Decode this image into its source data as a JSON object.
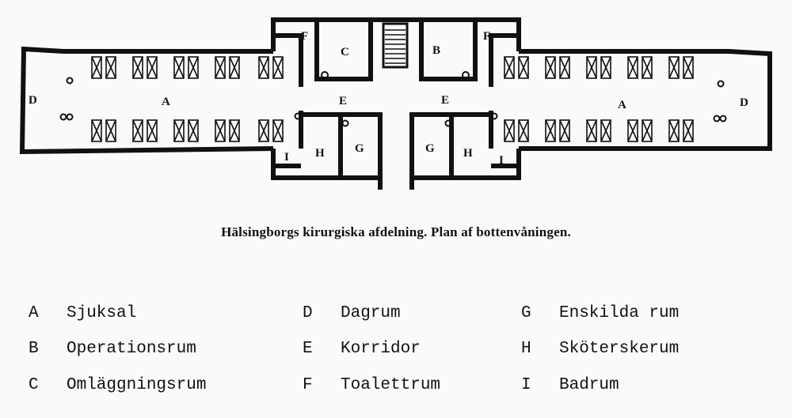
{
  "plan": {
    "labels": {
      "A_left": "A",
      "A_right": "A",
      "B": "B",
      "C": "C",
      "D_left": "D",
      "D_right": "D",
      "E_left": "E",
      "E_right": "E",
      "F_left": "F",
      "F_right": "F",
      "G_left": "G",
      "G_right": "G",
      "H_left": "H",
      "H_right": "H",
      "I_left": "I",
      "I_right": "I"
    }
  },
  "caption": "Hälsingborgs kirurgiska afdelning.  Plan af bottenvåningen.",
  "legend": [
    {
      "key": "A",
      "desc": "Sjuksal"
    },
    {
      "key": "B",
      "desc": "Operationsrum"
    },
    {
      "key": "C",
      "desc": "Omläggningsrum"
    },
    {
      "key": "D",
      "desc": "Dagrum"
    },
    {
      "key": "E",
      "desc": "Korridor"
    },
    {
      "key": "F",
      "desc": "Toalettrum"
    },
    {
      "key": "G",
      "desc": "Enskilda rum"
    },
    {
      "key": "H",
      "desc": "Sköterskerum"
    },
    {
      "key": "I",
      "desc": "Badrum"
    }
  ]
}
